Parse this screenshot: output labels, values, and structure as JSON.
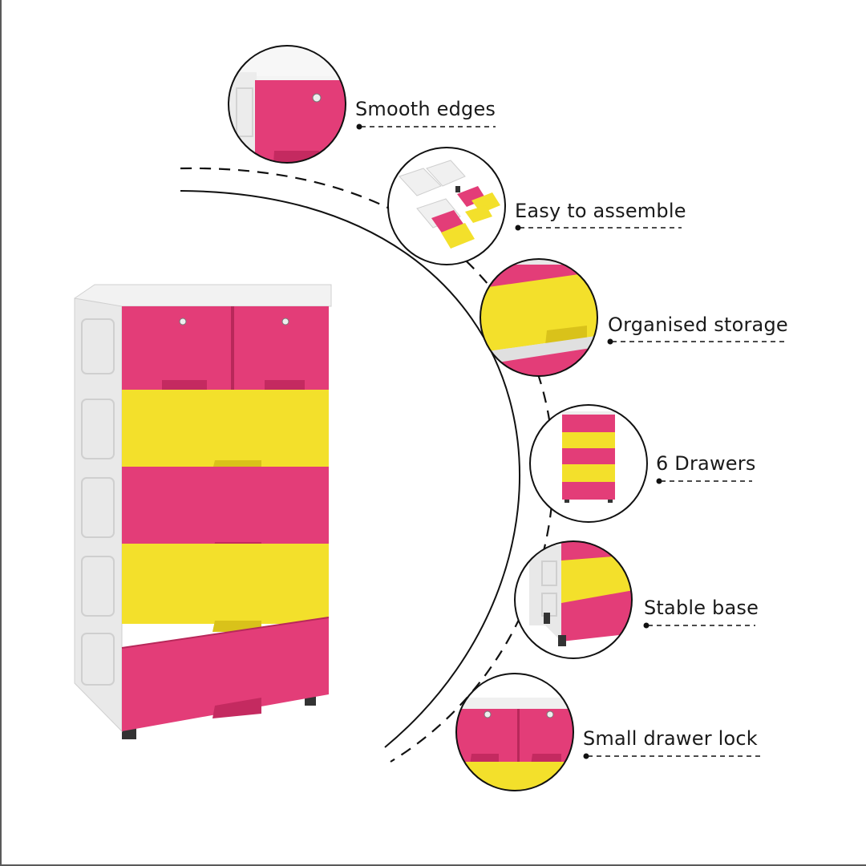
{
  "features": [
    {
      "label": "Smooth edges",
      "icon": "zoom-smooth-edges-icon"
    },
    {
      "label": "Easy to assemble",
      "icon": "zoom-assembly-parts-icon"
    },
    {
      "label": "Organised storage",
      "icon": "zoom-organised-storage-icon"
    },
    {
      "label": "6 Drawers",
      "icon": "zoom-six-drawers-icon"
    },
    {
      "label": "Stable base",
      "icon": "zoom-stable-base-icon"
    },
    {
      "label": "Small drawer lock",
      "icon": "zoom-drawer-lock-icon"
    }
  ],
  "colors": {
    "pink": "#e33d78",
    "pink_dark": "#c42a60",
    "yellow": "#f3e02b",
    "yellow_dark": "#d9c21a",
    "white_body": "#eeeeee",
    "line": "#111111",
    "border": "#5a5a5a"
  }
}
